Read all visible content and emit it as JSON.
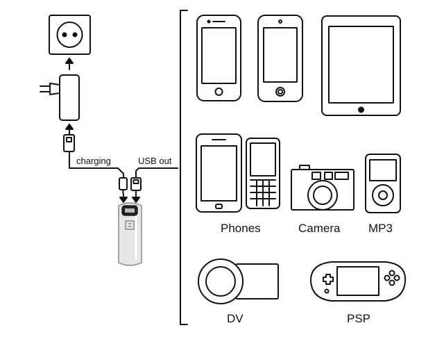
{
  "labels": {
    "charging": "charging",
    "usb_out": "USB out",
    "phones": "Phones",
    "camera": "Camera",
    "mp3": "MP3",
    "dv": "DV",
    "psp": "PSP"
  },
  "colors": {
    "stroke": "#111111",
    "screen_fill": "#ffffff",
    "device_fill": "#f2f2f2",
    "powerbank_fill": "#d9d9d9"
  },
  "icons": [
    "wall-socket-icon",
    "power-adapter-icon",
    "usb-plug-icon",
    "power-bank-icon",
    "smartphone-icon",
    "ipod-touch-icon",
    "tablet-icon",
    "android-phone-icon",
    "feature-phone-icon",
    "camera-icon",
    "mp3-player-icon",
    "dv-camcorder-icon",
    "psp-console-icon"
  ]
}
